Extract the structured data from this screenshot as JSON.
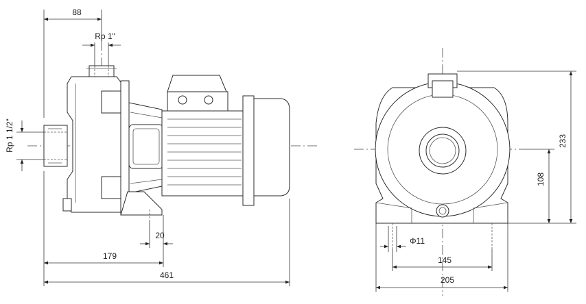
{
  "dimensions": {
    "top_width": "88",
    "discharge_thread": "Rp 1\"",
    "suction_thread": "Rp 1 1/2\"",
    "foot_width": "20",
    "suction_to_foot": "179",
    "overall_length": "461",
    "hole_diameter": "Φ11",
    "foot_hole_spacing": "145",
    "base_width": "205",
    "shaft_height": "108",
    "overall_height": "233"
  }
}
